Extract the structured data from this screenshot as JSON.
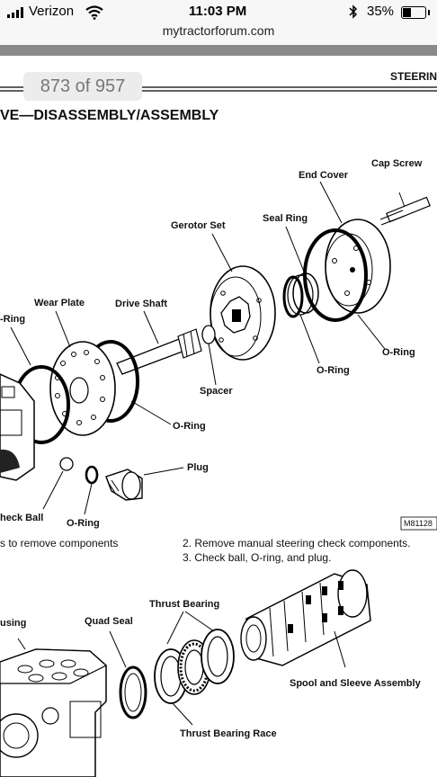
{
  "status_bar": {
    "carrier": "Verizon",
    "time": "11:03 PM",
    "battery": "35%",
    "icons": [
      "signal-icon",
      "wifi-icon",
      "bluetooth-icon",
      "battery-icon"
    ]
  },
  "browser": {
    "url": "mytractorforum.com"
  },
  "viewer": {
    "page_indicator": "873 of 957"
  },
  "document": {
    "header_right": "STEERIN",
    "section_title": "VE—DISASSEMBLY/ASSEMBLY",
    "figure_id": "M81128",
    "top_labels": {
      "cap_screw": "Cap Screw",
      "end_cover": "End Cover",
      "gerotor_set": "Gerotor Set",
      "seal_ring": "Seal Ring",
      "wear_plate": "Wear Plate",
      "drive_shaft": "Drive Shaft",
      "o_ring_left": "-Ring",
      "o_ring_right": "O-Ring",
      "o_ring_mid": "O-Ring",
      "o_ring_lower": "O-Ring",
      "spacer": "Spacer",
      "plug": "Plug",
      "check_ball": "heck Ball",
      "o_ring_bottom": "O-Ring"
    },
    "captions": {
      "left": "s to remove components",
      "right_1": "2. Remove manual steering check components.",
      "right_2": "3. Check ball, O-ring, and plug."
    },
    "bottom_labels": {
      "thrust_bearing": "Thrust Bearing",
      "quad_seal": "Quad Seal",
      "housing": "using",
      "spool_sleeve": "Spool and Sleeve Assembly",
      "thrust_bearing_race": "Thrust Bearing Race"
    }
  }
}
